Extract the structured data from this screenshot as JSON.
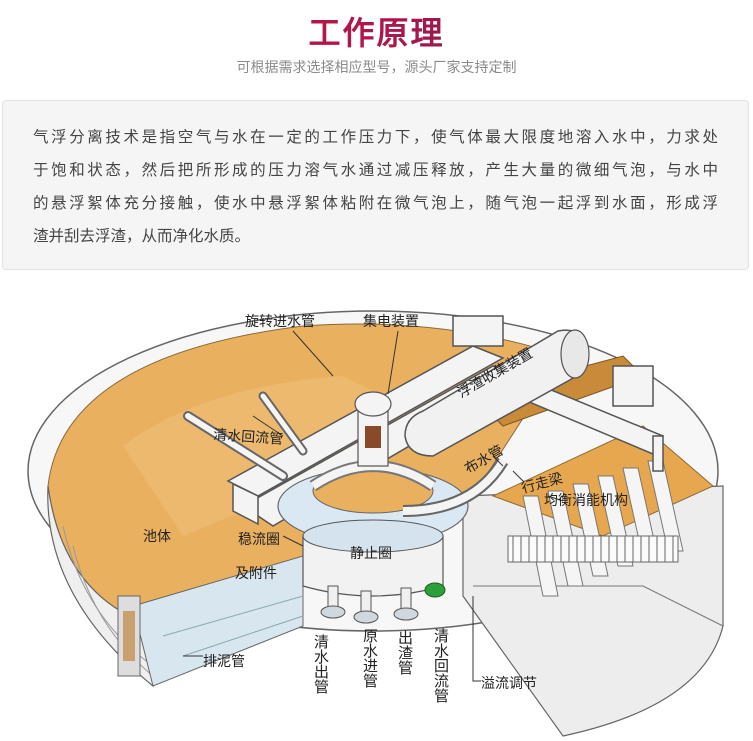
{
  "header": {
    "title": "工作原理",
    "subtitle": "可根据需求选择相应型号，源头厂家支持定制"
  },
  "description": {
    "lines": [
      "气浮分离技术是指空气与水在一定的工作压力下，使气体最大限度地溶入水中，力求处",
      "于饱和状态，然后把所形成的压力溶气水通过减压释放，产生大量的微细气泡，与水中",
      "的悬浮絮体充分接触，使水中悬浮絮体粘附在微气泡上，随气泡一起浮到水面，形成浮",
      "渣并刮去浮渣，从而净化水质。"
    ]
  },
  "diagram": {
    "labels": {
      "rotary_inlet": "旋转进水管",
      "collector": "集电装置",
      "scum_collector": "浮渣收集装置",
      "clear_return": "清水回流管",
      "distributor": "布水管",
      "walkway": "行走梁",
      "baffle": "均衡消能机构",
      "tank": "池体",
      "stabilizer_1": "稳流圈",
      "stabilizer_2": "及附件",
      "still_ring": "静止圈",
      "sludge": "排泥管",
      "overflow": "溢流调节"
    },
    "vertical_labels": {
      "clear_out": "清水出管",
      "raw_in": "原水进管",
      "scum_out": "出渣管",
      "return": "清水回流管"
    },
    "colors": {
      "water": "#e8a84c",
      "water_light": "#f4c98a",
      "metal": "#f2f2f2",
      "outline": "#555555",
      "floor": "#dce8f2",
      "valve": "#2e9e3a"
    }
  }
}
